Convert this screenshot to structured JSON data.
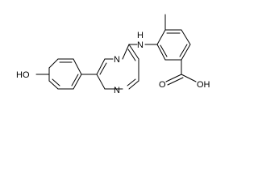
{
  "molecule": {
    "atoms": [
      {
        "id": "HO",
        "label": "HO"
      },
      {
        "id": "N_top",
        "label": "N"
      },
      {
        "id": "N_bottom",
        "label": "N"
      },
      {
        "id": "NH",
        "label": "H"
      },
      {
        "id": "NH_N",
        "label": "N"
      },
      {
        "id": "O_carbonyl",
        "label": "O"
      },
      {
        "id": "OH",
        "label": "OH"
      }
    ],
    "colors": {
      "bond": "#000000",
      "label": "#000000",
      "background": "#ffffff"
    }
  }
}
